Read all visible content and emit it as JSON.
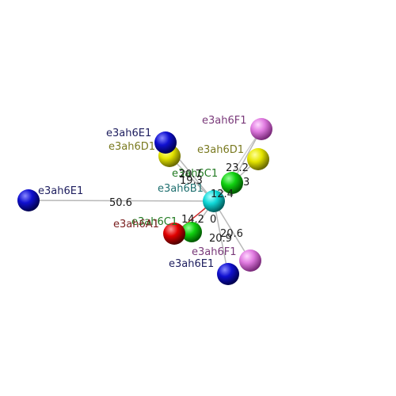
{
  "colors": {
    "blue": "#0a0aa8",
    "yellow": "#d6d600",
    "green": "#14c814",
    "cyan": "#12cccc",
    "red": "#d40000",
    "violet": "#e078e0",
    "bond": "#b8b8b8",
    "bond_red": "#cc2a2a",
    "label_blue": "#202060",
    "label_yellow": "#7a7a20",
    "label_green": "#207a20",
    "label_cyan": "#207070",
    "label_red": "#7a2020",
    "label_violet": "#7a3a7a"
  },
  "atoms": {
    "blue_left": {
      "label": "e3ah6E1"
    },
    "blue_top": {
      "label": "e3ah6E1"
    },
    "yellow_top_left": {
      "label": "e3ah6D1"
    },
    "violet_top": {
      "label": "e3ah6F1"
    },
    "yellow_right": {
      "label": "e3ah6D1"
    },
    "green_top": {
      "label": "e3ah6C1"
    },
    "cyan_center": {
      "label": "e3ah6B1"
    },
    "green_bottom": {
      "label": "e3ah6C1"
    },
    "red": {
      "label": "e3ah6A1"
    },
    "violet_bottom": {
      "label": "e3ah6F1"
    },
    "blue_bottom": {
      "label": "e3ah6E1"
    }
  },
  "distances": {
    "blue_left": "50.6",
    "yellow_top_left_a": "20.7",
    "yellow_top_left_b": "19.3",
    "green_top": "12.4",
    "yellow_right": "23.2",
    "green_top_right": "3",
    "green_bottom": "14.2",
    "red": "0",
    "violet_bottom": "20.6",
    "blue_bottom": "20.9"
  }
}
